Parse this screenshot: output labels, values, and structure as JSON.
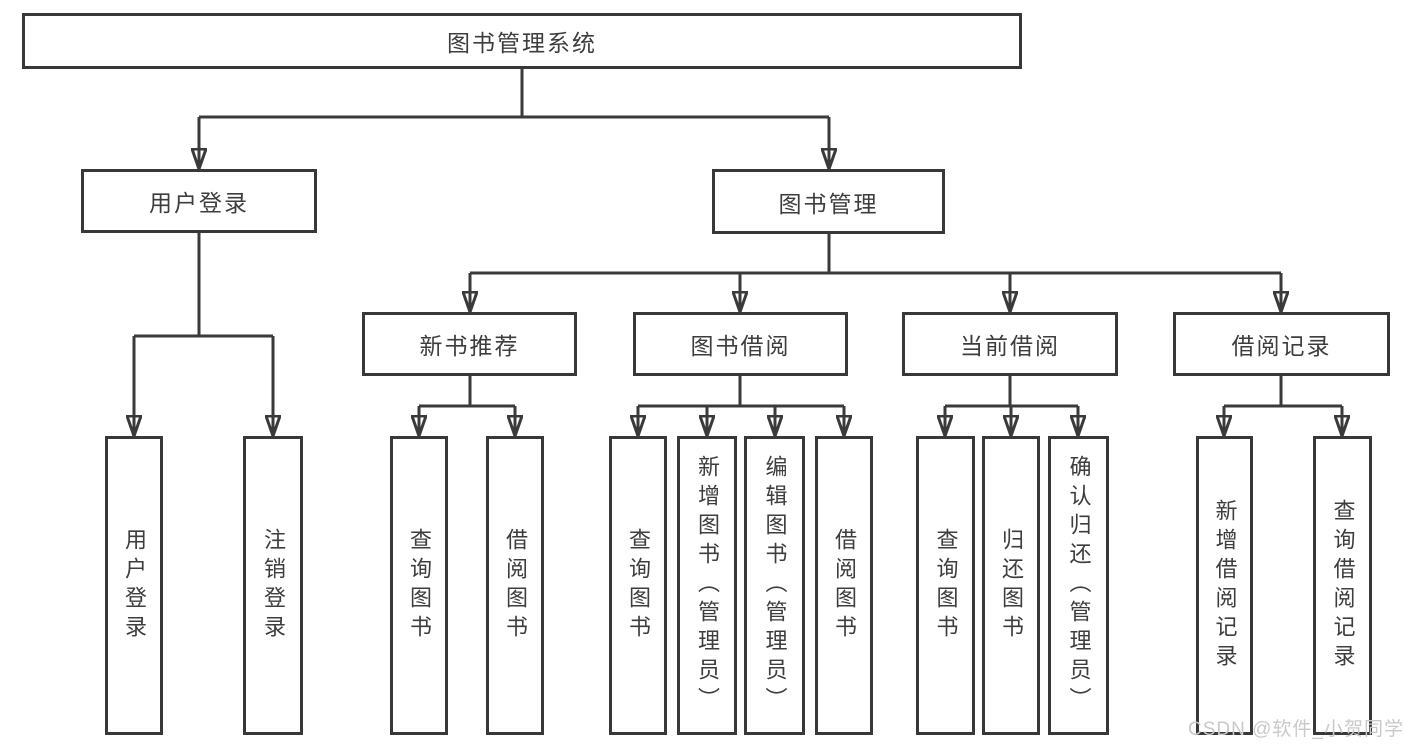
{
  "diagram": {
    "root": {
      "label": "图书管理系统"
    },
    "branches": [
      {
        "label": "用户登录",
        "children": [
          {
            "label": "用户登录"
          },
          {
            "label": "注销登录"
          }
        ]
      },
      {
        "label": "图书管理",
        "children": [
          {
            "label": "新书推荐",
            "children": [
              {
                "label": "查询图书"
              },
              {
                "label": "借阅图书"
              }
            ]
          },
          {
            "label": "图书借阅",
            "children": [
              {
                "label": "查询图书"
              },
              {
                "label": "新增图书（管理员）"
              },
              {
                "label": "编辑图书（管理员）"
              },
              {
                "label": "借阅图书"
              }
            ]
          },
          {
            "label": "当前借阅",
            "children": [
              {
                "label": "查询图书"
              },
              {
                "label": "归还图书"
              },
              {
                "label": "确认归还（管理员）"
              }
            ]
          },
          {
            "label": "借阅记录",
            "children": [
              {
                "label": "新增借阅记录"
              },
              {
                "label": "查询借阅记录"
              }
            ]
          }
        ]
      }
    ]
  },
  "watermark": {
    "text": "CSDN @软件_小贺同学"
  },
  "colors": {
    "line": "#3a3a3a",
    "border": "#383838",
    "text": "#3d3d3d",
    "background": "#ffffff",
    "watermark": "#c9c9c9"
  }
}
